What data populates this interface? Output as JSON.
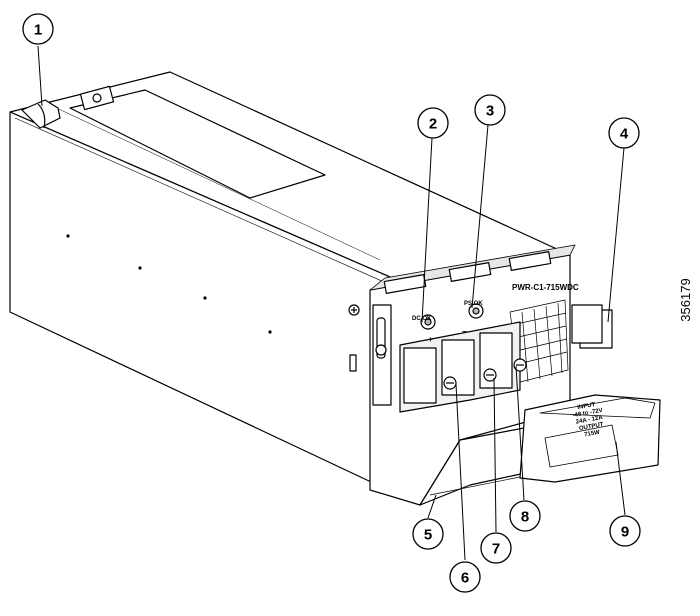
{
  "figure": {
    "model_label": "PWR-C1-715WDC",
    "dc_ok_label": "DC OK",
    "ps_ok_label": "PS OK",
    "plus_sign": "+",
    "minus_sign": "−",
    "figure_id": "356179",
    "cover_label_lines": [
      "INPUT",
      "-48 to -72V",
      "24A - 12A",
      "OUTPUT",
      "715W"
    ]
  },
  "callouts": [
    "1",
    "2",
    "3",
    "4",
    "5",
    "6",
    "7",
    "8",
    "9"
  ]
}
